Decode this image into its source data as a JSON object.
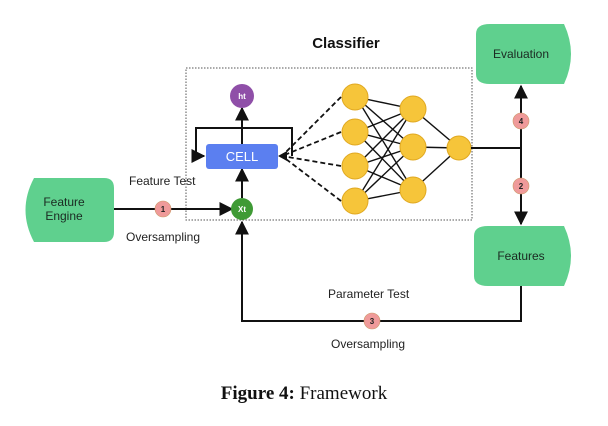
{
  "diagram": {
    "title": "Classifier",
    "nodes": {
      "feature_engine": [
        "Feature",
        "Engine"
      ],
      "evaluation": "Evaluation",
      "features": "Features",
      "cell": "CELL",
      "ht": "ht",
      "xt": "Xt"
    },
    "badges": [
      "1",
      "2",
      "3",
      "4"
    ],
    "labels": {
      "feature_test": "Feature Test",
      "oversampling_left": "Oversampling",
      "parameter_test": "Parameter Test",
      "oversampling_bottom": "Oversampling"
    },
    "colors": {
      "pill_green": "#5fd08e",
      "cell_blue": "#5b7ff0",
      "ht_purple": "#8f4fa8",
      "xt_green": "#3f9a35",
      "neuron_yellow": "#f6c53a",
      "badge_pink": "#ef9a9a"
    }
  },
  "caption": {
    "label": "Figure 4:",
    "text": "Framework"
  }
}
